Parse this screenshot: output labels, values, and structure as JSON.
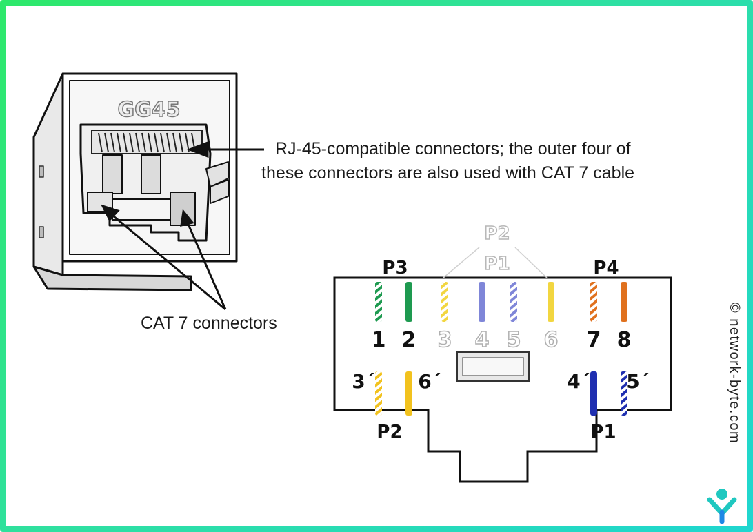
{
  "gg45_label": "GG45",
  "callout_rj45_line1": "RJ-45-compatible connectors; the outer four of",
  "callout_rj45_line2": "these connectors are also used with CAT 7 cable",
  "callout_cat7": "CAT 7 connectors",
  "pair_labels": {
    "p3": "P3",
    "p4": "P4",
    "p2_top": "P2",
    "p1_top": "P1",
    "p2_bottom": "P2",
    "p1_bottom": "P1"
  },
  "top_pins": [
    {
      "label": "1",
      "color": "#1e9a50",
      "striped": true,
      "faded": false
    },
    {
      "label": "2",
      "color": "#1e9a50",
      "striped": false,
      "faded": false
    },
    {
      "label": "3",
      "color": "#f2d640",
      "striped": true,
      "faded": true
    },
    {
      "label": "4",
      "color": "#7f86d8",
      "striped": false,
      "faded": true
    },
    {
      "label": "5",
      "color": "#7f86d8",
      "striped": true,
      "faded": true
    },
    {
      "label": "6",
      "color": "#f2d640",
      "striped": false,
      "faded": true
    },
    {
      "label": "7",
      "color": "#e0711e",
      "striped": true,
      "faded": false
    },
    {
      "label": "8",
      "color": "#e0711e",
      "striped": false,
      "faded": false
    }
  ],
  "bottom_pins": [
    {
      "label": "3´",
      "color": "#f2c21e",
      "striped": true
    },
    {
      "label": "6´",
      "color": "#f2c21e",
      "striped": false
    },
    {
      "label": "4´",
      "color": "#1f2fb0",
      "striped": false
    },
    {
      "label": "5´",
      "color": "#1f2fb0",
      "striped": true
    }
  ],
  "watermark": "© network-byte.com",
  "colors": {
    "frame_green": "#2ee86a",
    "frame_cyan": "#1fd6d0",
    "logo_teal": "#1fc8c0",
    "logo_blue": "#1e88e5"
  },
  "logo_icon": "network-byte-logo-icon"
}
